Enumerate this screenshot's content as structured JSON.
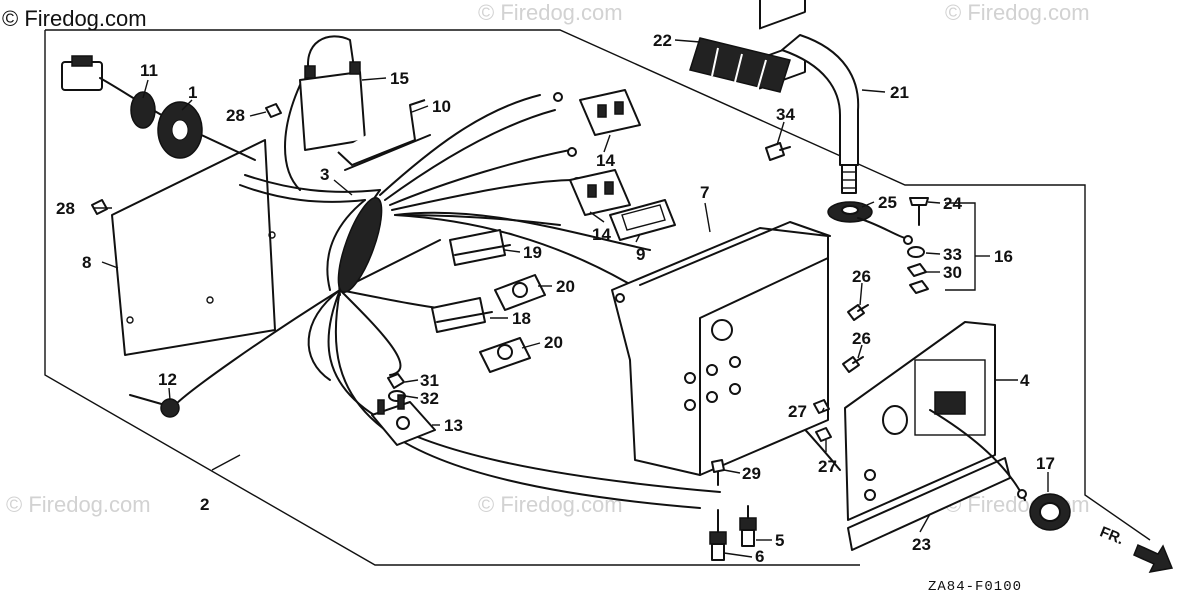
{
  "watermarks": {
    "top_left": "© Firedog.com",
    "faint": [
      "© Firedog.com",
      "© Firedog.com",
      "© Firedog.com",
      "© Firedog.com",
      "© Firedog.com"
    ]
  },
  "diagram_code": "ZA84-F0100",
  "direction_label": "FR.",
  "callouts": {
    "c1": "1",
    "c2": "2",
    "c3": "3",
    "c4": "4",
    "c5": "5",
    "c6": "6",
    "c7": "7",
    "c8": "8",
    "c9": "9",
    "c10": "10",
    "c11": "11",
    "c12": "12",
    "c13": "13",
    "c14a": "14",
    "c14b": "14",
    "c15": "15",
    "c16": "16",
    "c17": "17",
    "c18": "18",
    "c19": "19",
    "c20a": "20",
    "c20b": "20",
    "c21": "21",
    "c22": "22",
    "c23": "23",
    "c24": "24",
    "c25": "25",
    "c26a": "26",
    "c26b": "26",
    "c27a": "27",
    "c27b": "27",
    "c28a": "28",
    "c28b": "28",
    "c29": "29",
    "c30": "30",
    "c31": "31",
    "c32": "32",
    "c33": "33",
    "c34": "34"
  }
}
